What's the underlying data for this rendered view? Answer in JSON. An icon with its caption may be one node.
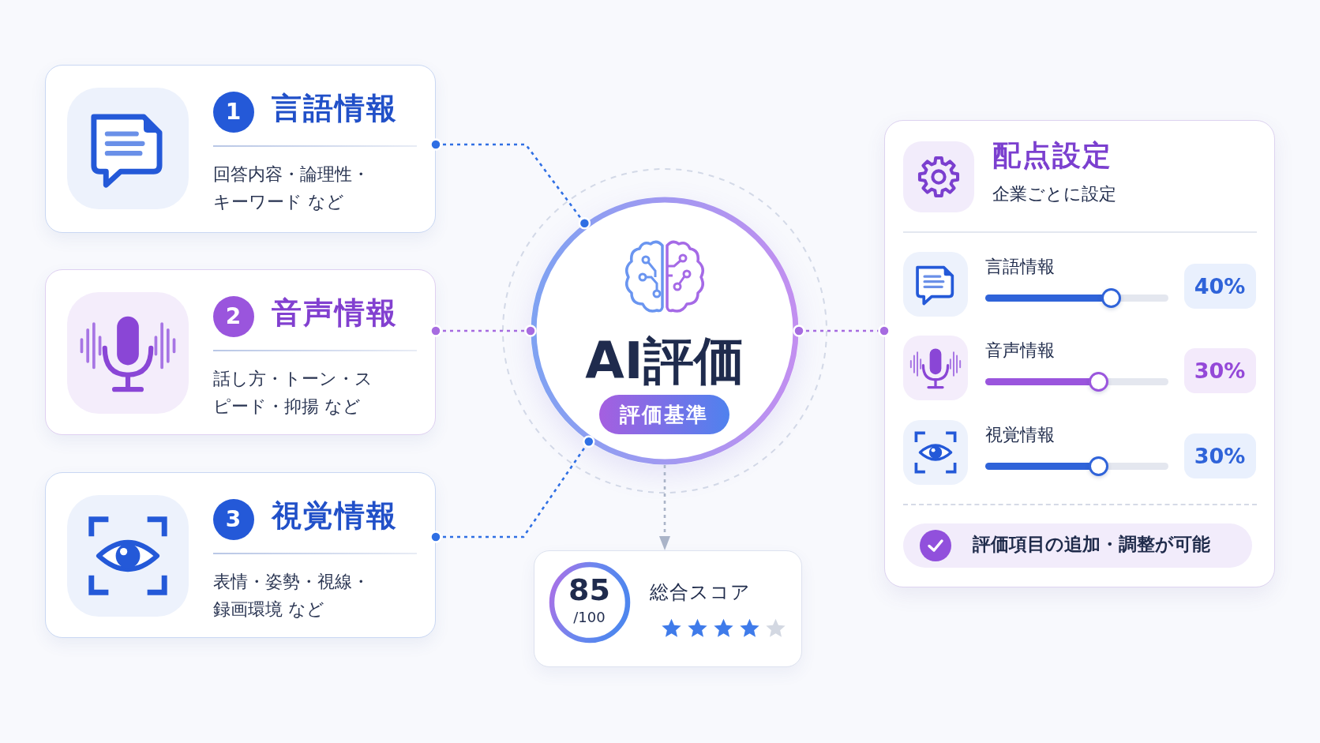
{
  "diagram": {
    "nodes": [
      {
        "text": [
          "言語情報",
          "回答内容・論理性・キーワード など"
        ]
      },
      {
        "text": [
          "1"
        ],
        "in": 0
      },
      {
        "text": [
          "音声情報",
          "話し方・トーン・スピード・抑揚 など"
        ]
      },
      {
        "text": [
          "2"
        ],
        "in": 2
      },
      {
        "text": [
          "視覚情報",
          "表情・姿勢・視線・録画環境 など"
        ]
      },
      {
        "text": [
          "3"
        ],
        "in": 4
      },
      {
        "text": [
          "AI評価"
        ]
      },
      {
        "text": [
          "評価基準"
        ],
        "in": 6
      },
      {
        "text": [
          "配点設定",
          "企業ごとに設定",
          "言語情報",
          "音声情報",
          "視覚情報"
        ]
      },
      {
        "text": [
          "40%"
        ],
        "in": 8
      },
      {
        "text": [
          "30%"
        ],
        "in": 8
      },
      {
        "text": [
          "30%"
        ],
        "in": 8
      },
      {
        "text": [
          "評価項目の追加・調整が可能"
        ],
        "in": 8
      },
      {
        "text": [
          "総合スコア"
        ]
      },
      {
        "text": [
          "85",
          "/100"
        ],
        "in": 13
      }
    ],
    "edges": [
      {
        "from": 0,
        "to": 6,
        "arrow": "other",
        "style": "dashed",
        "color": "#2f6fe4"
      },
      {
        "from": 2,
        "to": 6,
        "arrow": "other",
        "style": "dashed",
        "color": "#a66be0"
      },
      {
        "from": 4,
        "to": 6,
        "arrow": "other",
        "style": "dashed",
        "color": "#2f6fe4"
      },
      {
        "from": 6,
        "to": 8,
        "arrow": "other",
        "style": "dashed",
        "color": "#a66be0"
      },
      {
        "from": 6,
        "to": 13,
        "arrow": "to",
        "style": "dashed",
        "color": "#aab4c8"
      }
    ]
  }
}
